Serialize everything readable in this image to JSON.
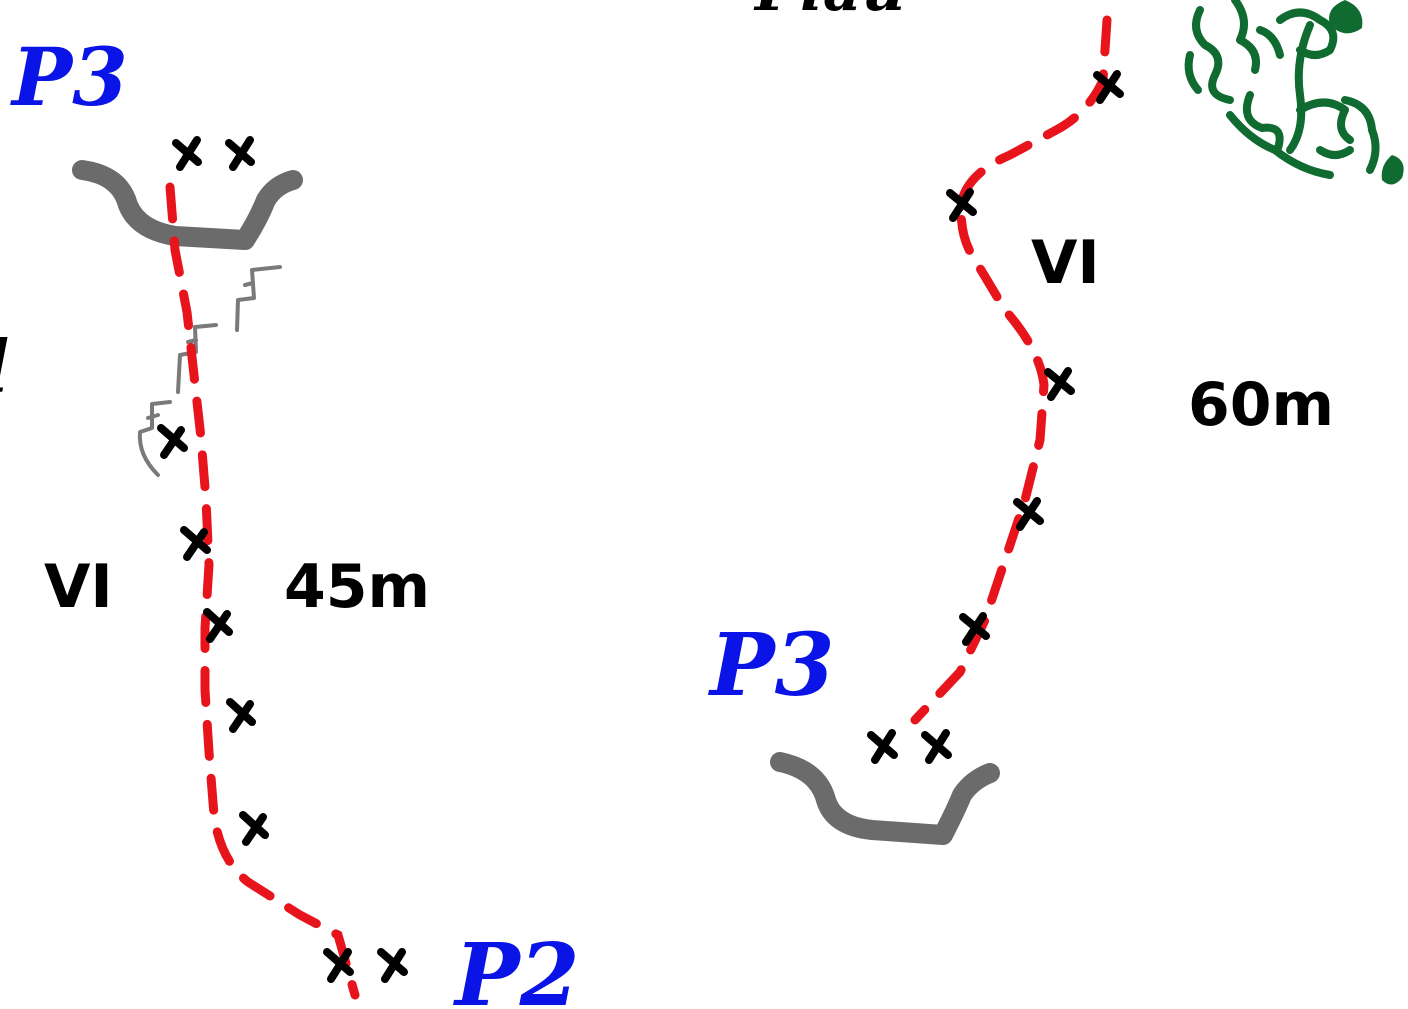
{
  "colors": {
    "route": "#e8141c",
    "pitch_label": "#0a14e6",
    "bolt": "#000000",
    "ledge": "#6b6b6b",
    "crack": "#7a7a7a",
    "vegetation": "#0f6b30"
  },
  "left_panel": {
    "top_label": "P3",
    "bottom_label": "P2",
    "grade": "VI",
    "length": "45m",
    "cut_glyph": "l"
  },
  "right_panel": {
    "bottom_label": "P3",
    "grade": "VI",
    "length": "60m",
    "cut_text": "Plau"
  },
  "icons": {
    "bolt": "bolt-icon",
    "belay": "belay-station-icon",
    "ledge": "ledge-icon",
    "crack": "crack-icon",
    "vegetation": "vegetation-icon"
  }
}
